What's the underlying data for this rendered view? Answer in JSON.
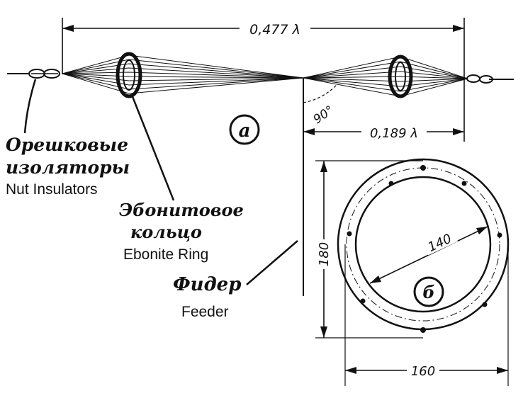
{
  "dimensions": {
    "total_span": "0,477 λ",
    "half_span": "0,189 λ",
    "angle": "90°",
    "inner_diameter": "140",
    "outer_width": "160",
    "height": "180"
  },
  "figure_labels": {
    "part_a": "а",
    "part_b": "б"
  },
  "labels": {
    "nut_insulators_ru_line1": "Орешковые",
    "nut_insulators_ru_line2": "изоляторы",
    "nut_insulators_en": "Nut Insulators",
    "ebonite_ring_ru_line1": "Эбонитовое",
    "ebonite_ring_ru_line2": "кольцо",
    "ebonite_ring_en": "Ebonite Ring",
    "feeder_ru": "Фидер",
    "feeder_en": "Feeder"
  }
}
